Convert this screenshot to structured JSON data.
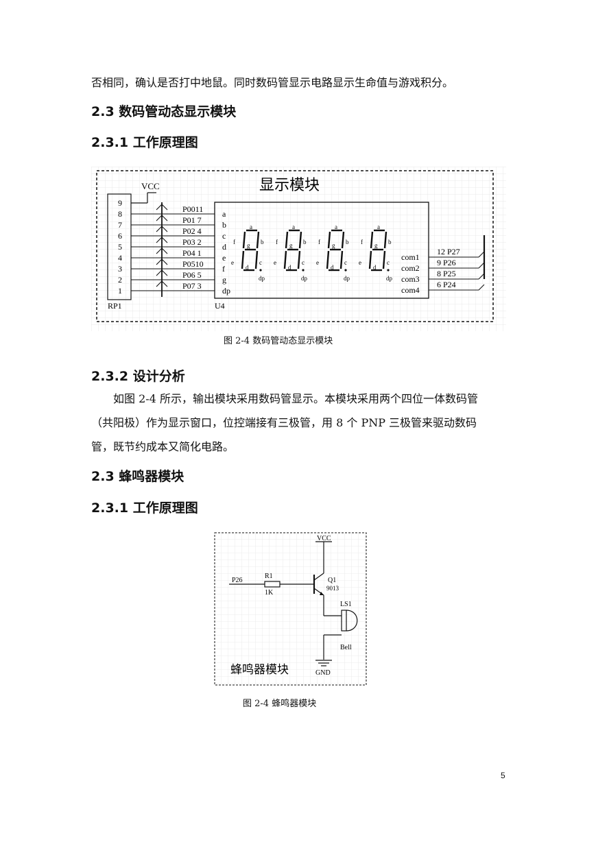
{
  "intro_line": "否相同，确认是否打中地鼠。同时数码管显示电路显示生命值与游戏积分。",
  "section_2_3a": {
    "title": "2.3 数码管动态显示模块"
  },
  "section_2_3_1a": {
    "title": "2.3.1 工作原理图"
  },
  "figure1": {
    "title": "显示模块",
    "vcc": "VCC",
    "rp_label": "RP1",
    "u_label": "U4",
    "rp_pins": [
      "9",
      "8",
      "7",
      "6",
      "5",
      "4",
      "3",
      "2",
      "1"
    ],
    "net_labels": [
      "P0011",
      "P01  7",
      "P02  4",
      "P03  2",
      "P04  1",
      "P0510",
      "P06  5",
      "P07  3"
    ],
    "seg_pins": [
      "a",
      "b",
      "c",
      "d",
      "e",
      "f",
      "g",
      "dp"
    ],
    "digit_seg_labels": [
      "a",
      "f",
      "g",
      "b",
      "e",
      "d",
      "c",
      "dp"
    ],
    "com_labels": [
      "com1",
      "com2",
      "com3",
      "com4"
    ],
    "right_nets": [
      "12  P27",
      "9  P26",
      "8  P25",
      "6  P24"
    ],
    "caption": "图 2-4    数码管动态显示模块"
  },
  "section_2_3_2": {
    "title": "2.3.2 设计分析",
    "lines": [
      "如图 2-4 所示，输出模块采用数码管显示。本模块采用两个四位一体数码管",
      "（共阳极）作为显示窗口，位控端接有三极管，用 8 个 PNP 三极管来驱动数码",
      "管，既节约成本又简化电路。"
    ]
  },
  "section_2_3b": {
    "title": "2.3 蜂鸣器模块"
  },
  "section_2_3_1b": {
    "title": "2.3.1 工作原理图"
  },
  "figure2": {
    "vcc": "VCC",
    "input": "P26",
    "resistor": "R1",
    "resistor_value": "1K",
    "transistor": "Q1",
    "transistor_model": "9013",
    "speaker": "LS1",
    "speaker_type": "Bell",
    "gnd": "GND",
    "title": "蜂鸣器模块",
    "caption": "图 2-4    蜂鸣器模块"
  },
  "page_number": "5"
}
